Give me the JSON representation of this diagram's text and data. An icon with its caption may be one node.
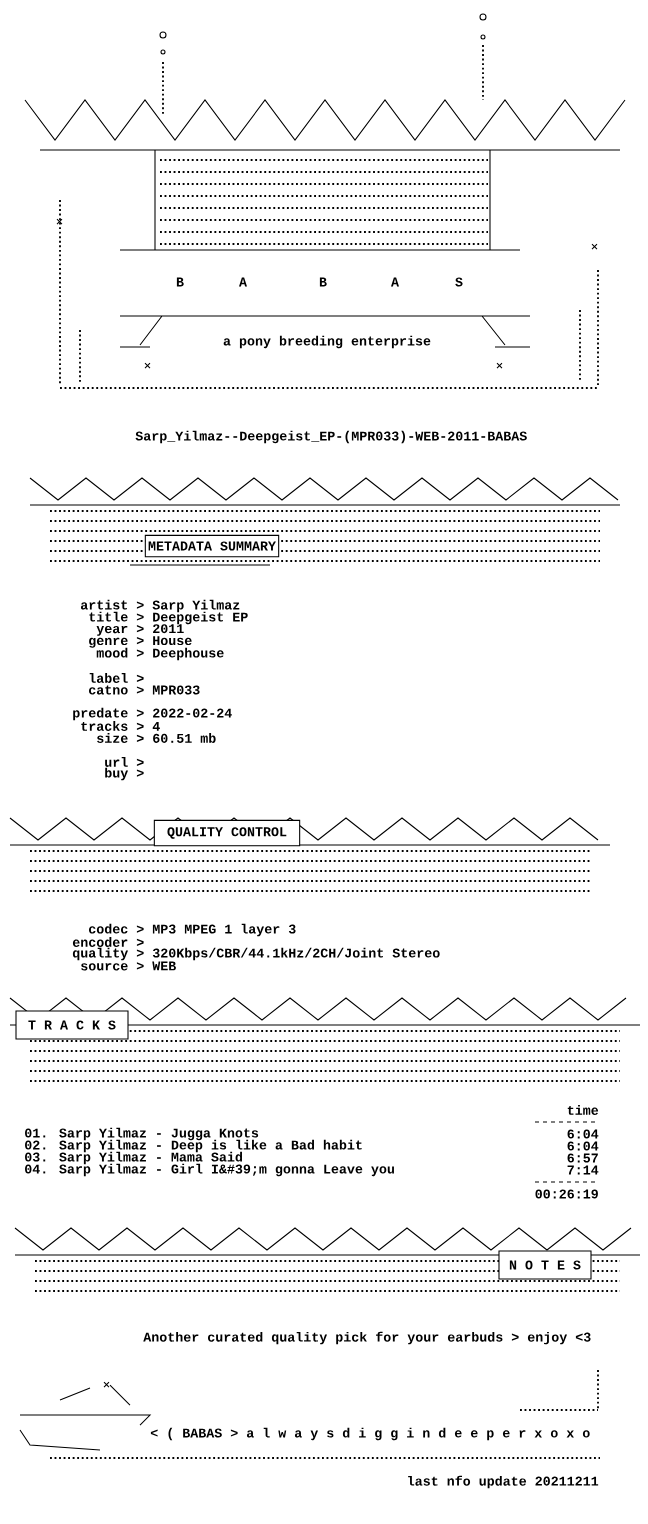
{
  "diagram": {
    "nodes": [
      {
        "text": [
          "METADATA SUMMARY"
        ]
      },
      {
        "text": [
          "QUALITY CONTROL"
        ]
      },
      {
        "text": [
          "T R A C K S"
        ]
      },
      {
        "text": [
          "N O T E S"
        ]
      }
    ],
    "edges": [],
    "labels": [
      "B",
      "A",
      "B",
      "A",
      "S",
      "a pony breeding enterprise",
      "Sarp_Yilmaz--Deepgeist_EP-(MPR033)-WEB-2011-BABAS",
      "artist > Sarp Yilmaz",
      "title > Deepgeist EP",
      "year > 2011",
      "genre > House",
      "mood > Deephouse",
      "label >",
      "catno > MPR033",
      "predate > 2022-02-24",
      "tracks > 4",
      "size > 60.51 mb",
      "url >",
      "buy >",
      "codec > MP3 MPEG 1 layer 3",
      "encoder >",
      "quality > 320Kbps/CBR/44.1kHz/2CH/Joint Stereo",
      "source > WEB",
      "time",
      "01. Sarp Yilmaz - Jugga Knots",
      "02. Sarp Yilmaz - Deep is like a Bad habit",
      "03. Sarp Yilmaz - Mama Said",
      "04. Sarp Yilmaz - Girl I&#39;m gonna Leave you",
      "6:04",
      "6:04",
      "6:57",
      "7:14",
      "00:26:19",
      "Another curated quality pick for your earbuds > enjoy <3",
      "< ( BABAS > a l w a y s d i g g i n d e e p e r x o x o",
      "last nfo update 20211211"
    ]
  }
}
